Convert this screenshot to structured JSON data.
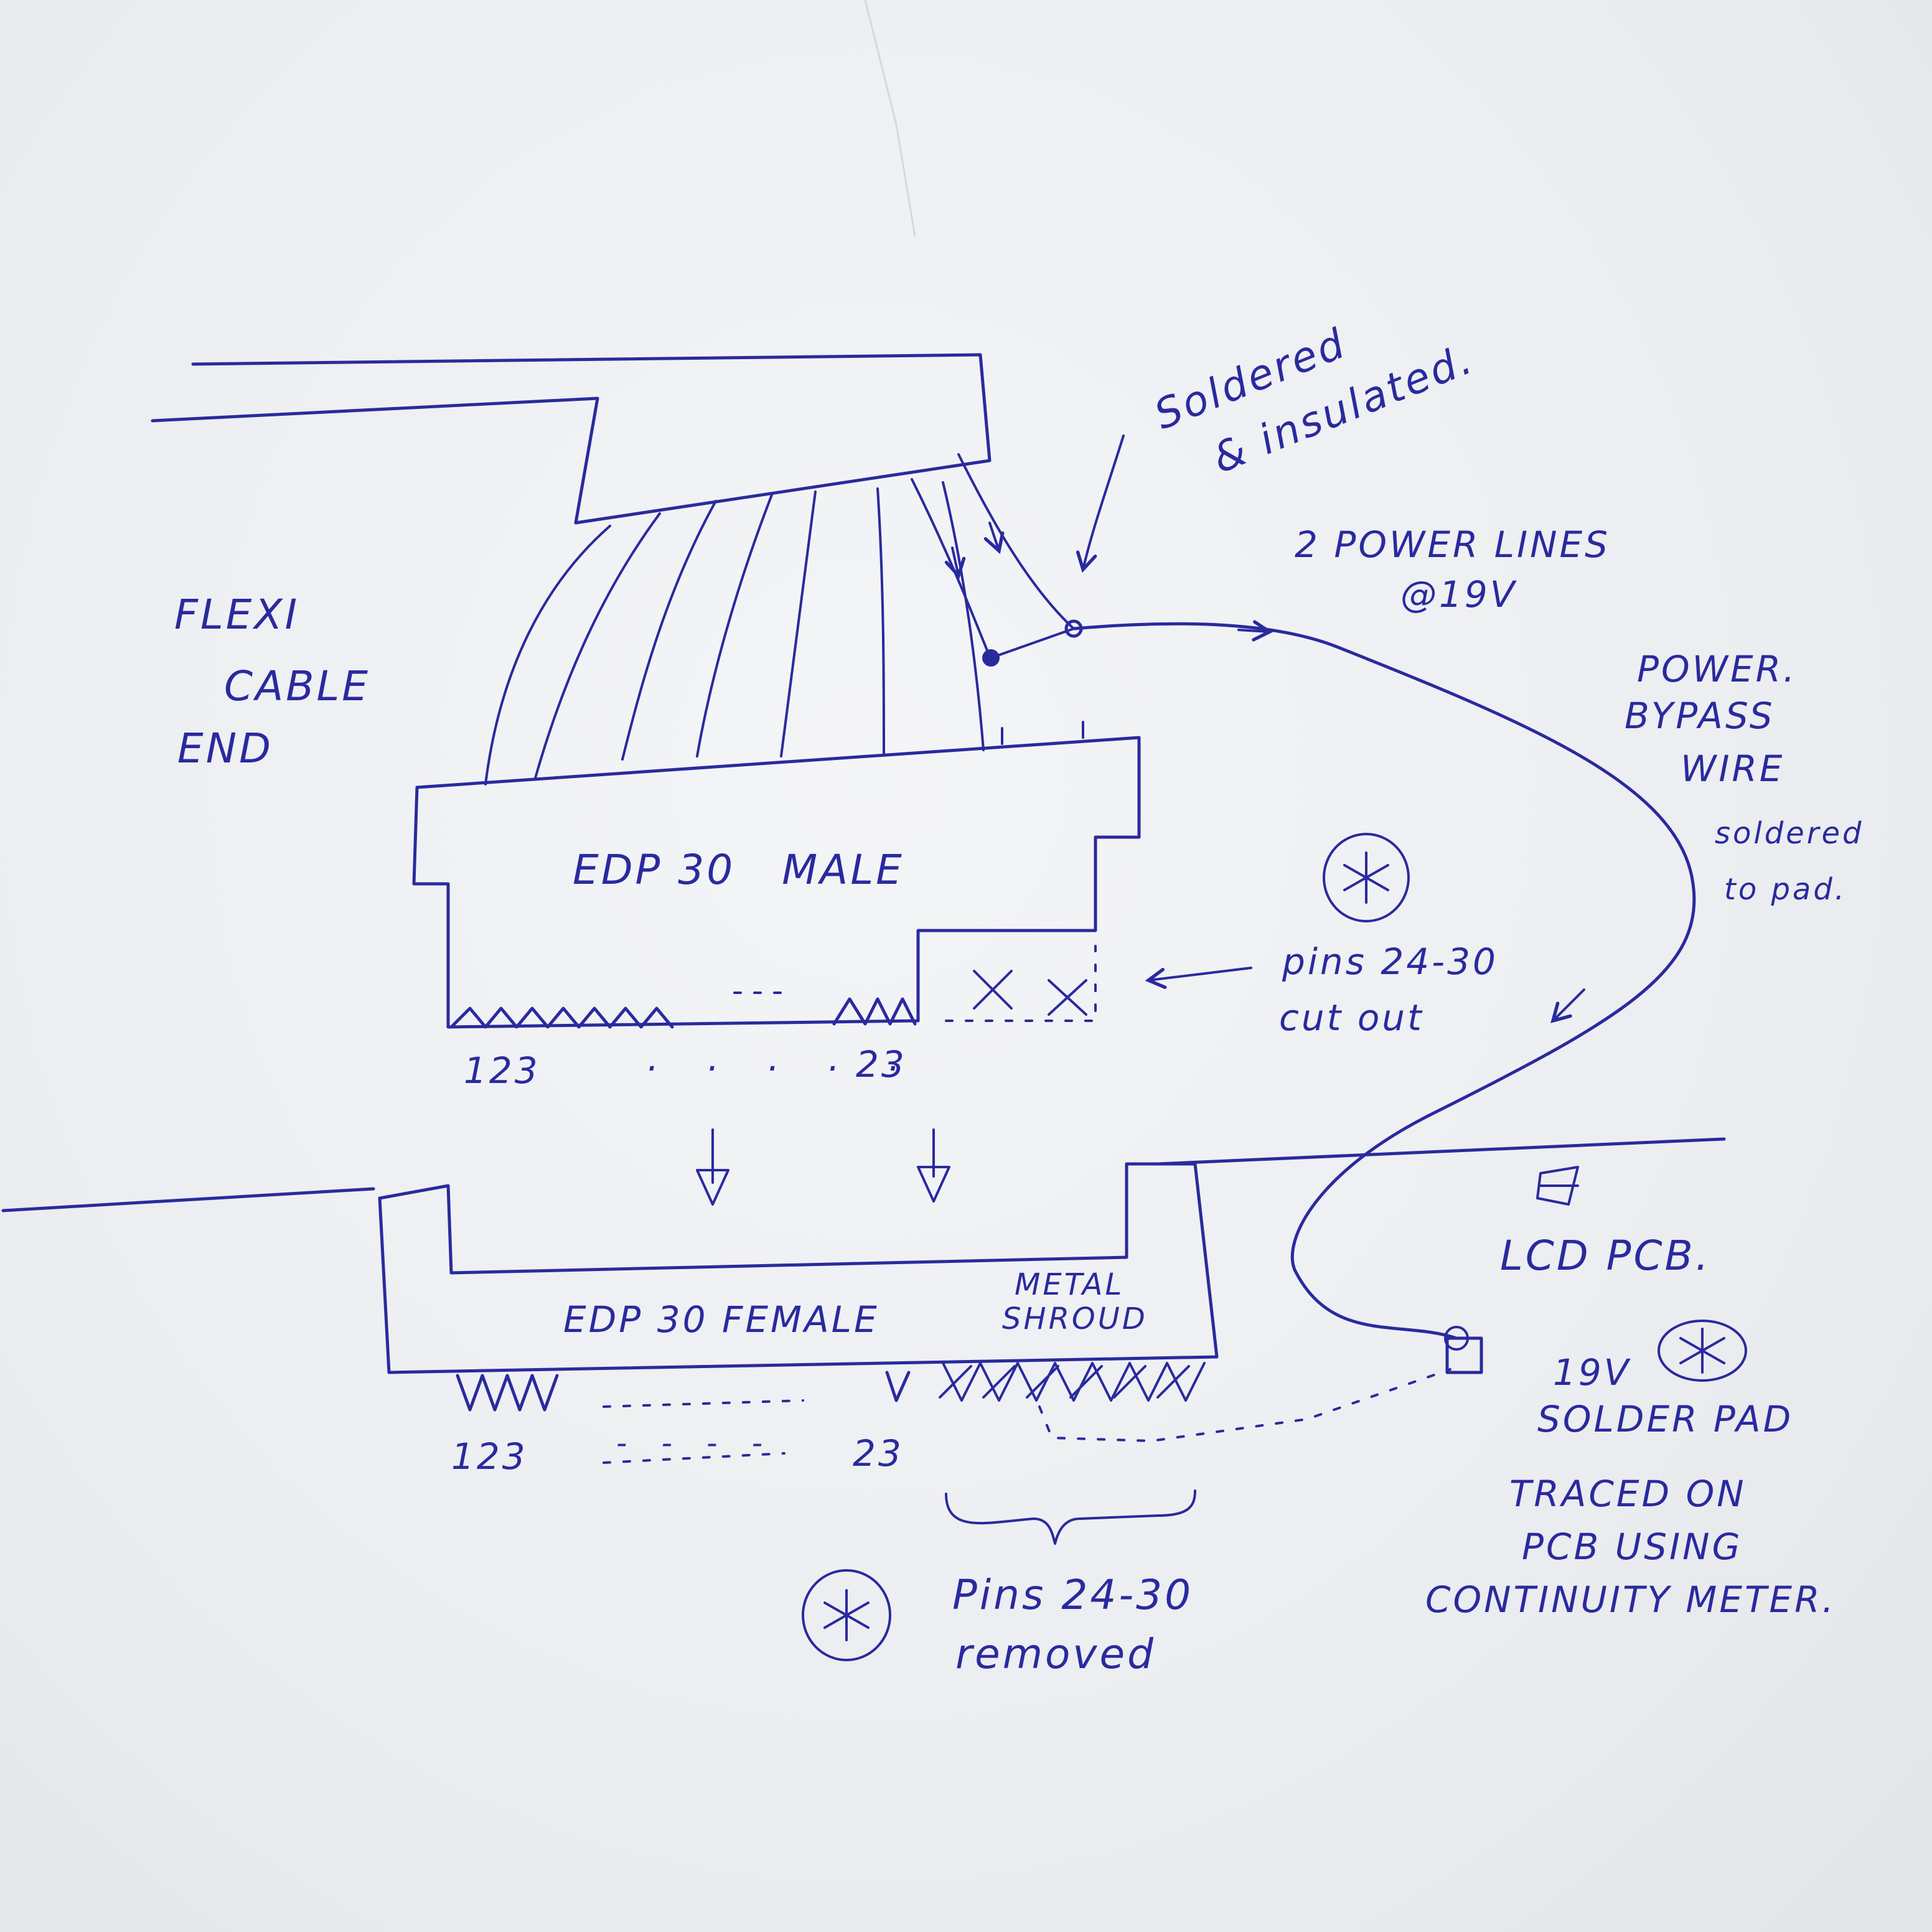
{
  "labels": {
    "flexi_l1": "FLEXI",
    "flexi_l2": "CABLE",
    "flexi_l3": "END",
    "soldered_l1": "Soldered",
    "soldered_l2": "& insulated.",
    "power_lines_l1": "2 POWER LINES",
    "power_lines_l2": "@19V",
    "bypass_l1": "POWER.",
    "bypass_l2": "BYPASS",
    "bypass_l3": "WIRE",
    "bypass_l4": "soldered",
    "bypass_l5": "to pad.",
    "male": "EDP 30   MALE",
    "pins_cut_l1": "pins 24-30",
    "pins_cut_l2": "cut out",
    "male_pin_start": "123",
    "male_pin_end": "23",
    "male_dots": ". . . . .",
    "female": "EDP 30 FEMALE",
    "shroud_l1": "METAL",
    "shroud_l2": "SHROUD",
    "female_pin_start": "123",
    "female_pin_end": "23",
    "female_dots": "- - - -",
    "removed_l1": "Pins 24-30",
    "removed_l2": "removed",
    "lcd_pcb": "LCD PCB.",
    "pad_l1": "19V",
    "pad_l2": "SOLDER PAD",
    "traced_l1": "TRACED ON",
    "traced_l2": "PCB USING",
    "traced_l3": "CONTINUITY METER.",
    "asterisk": "*"
  },
  "colors": {
    "ink": "#2a2a9e",
    "paper": "#eceef1"
  }
}
